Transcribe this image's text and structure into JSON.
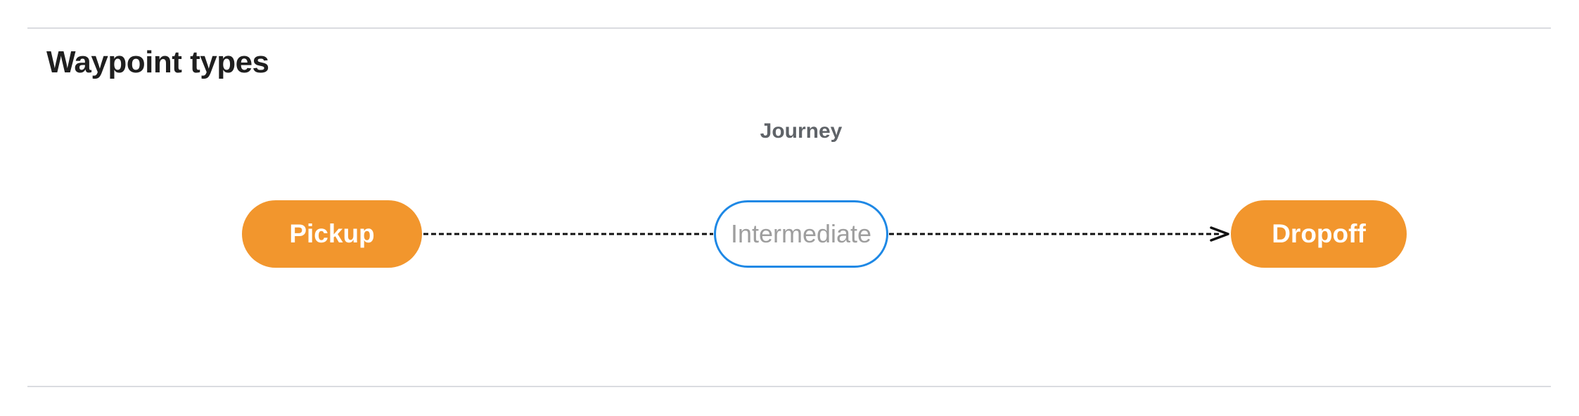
{
  "section": {
    "title": "Waypoint types"
  },
  "diagram": {
    "type": "flow",
    "title": "Journey",
    "nodes": [
      {
        "id": "pickup",
        "label": "Pickup",
        "style": "filled-orange"
      },
      {
        "id": "intermediate",
        "label": "Intermediate",
        "style": "outlined-blue"
      },
      {
        "id": "dropoff",
        "label": "Dropoff",
        "style": "filled-orange"
      }
    ],
    "edges": [
      {
        "from": "pickup",
        "to": "intermediate",
        "line": "dashed",
        "arrowhead": false
      },
      {
        "from": "intermediate",
        "to": "dropoff",
        "line": "dashed",
        "arrowhead": true
      }
    ],
    "colors": {
      "node-fill-orange": "#f2962d",
      "node-outline-blue": "#1e88e5",
      "node-text-light": "#ffffff",
      "node-text-gray": "#9e9e9e",
      "diagram-title-gray": "#5f6368",
      "heading-black": "#1f1f1f",
      "divider-gray": "#dadce0",
      "connector-black": "#111111"
    }
  }
}
